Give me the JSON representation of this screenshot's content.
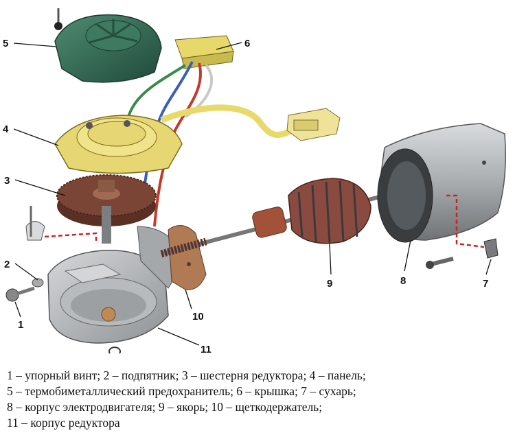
{
  "callouts": [
    "1",
    "2",
    "3",
    "4",
    "5",
    "6",
    "7",
    "8",
    "9",
    "10",
    "11"
  ],
  "legend": [
    "1 – упорный винт; 2 – подпятник; 3 – шестерня редуктора; 4 – панель;",
    "5 – термобиметаллический предохранитель; 6 – крышка; 7 – сухарь;",
    "8 – корпус электродвигателя; 9 – якорь; 10 – щеткодержатель;",
    "11 – корпус редуктора"
  ],
  "colors": {
    "cover": "#2f6b55",
    "panel": "#e7d772",
    "gear": "#7a4535",
    "armature": "#8a4a40",
    "motor_body": "#9fa3a5",
    "wire_yellow": "#e8da6a",
    "wire_red": "#c23a2a",
    "wire_blue": "#3a5fb5",
    "wire_green": "#3a8a4a",
    "dashed_red": "#d02020"
  }
}
